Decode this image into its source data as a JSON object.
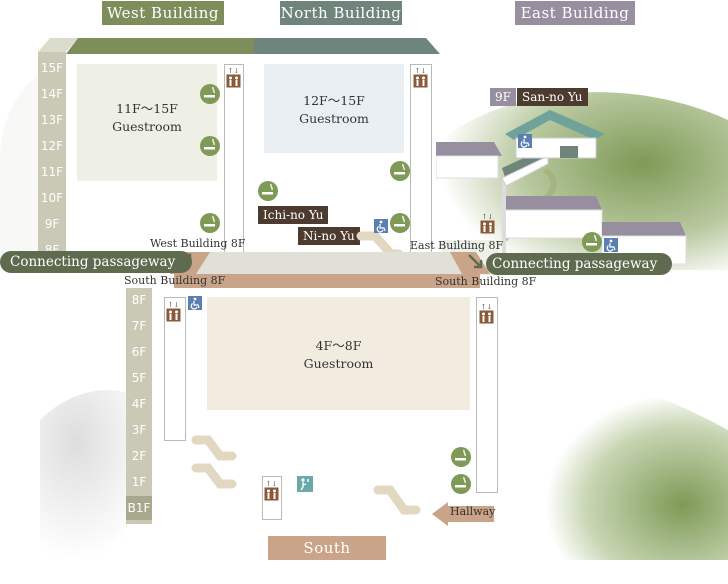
{
  "buildings": {
    "west": "West Building",
    "north": "North Building",
    "east": "East Building",
    "south": "South Building"
  },
  "rooms": {
    "west_floors": "11F～15F",
    "west_type": "Guestroom",
    "north_floors": "12F～15F",
    "north_type": "Guestroom",
    "south_floors": "4F～8F",
    "south_type": "Guestroom"
  },
  "floors_upper": [
    "15F",
    "14F",
    "13F",
    "12F",
    "11F",
    "10F",
    "9F",
    "8F"
  ],
  "floors_lower": [
    "8F",
    "7F",
    "6F",
    "5F",
    "4F",
    "3F",
    "2F",
    "1F",
    "B1F"
  ],
  "baths": {
    "ichi": "Ichi-no Yu",
    "ni": "Ni-no Yu",
    "sanno_floor": "9F",
    "sanno": "San-no Yu"
  },
  "links": {
    "west_8f": "West Building 8F",
    "east_8f": "East Building 8F",
    "south_8f_left": "South Building 8F",
    "south_8f_right": "South Building 8F",
    "conn_left": "Connecting passageway",
    "conn_right": "Connecting passageway",
    "hallway": "Hallway"
  },
  "colors": {
    "west": "#7d8e5a",
    "north": "#6f857c",
    "east": "#978f9f",
    "south": "#c9a488",
    "connect": "#5f6b4f",
    "hill": "#7e9a56",
    "guestroom_west": "#eef0e6",
    "guestroom_north": "#e9eff3",
    "guestroom_south": "#f2ece0",
    "floor_col": "#c9c9b6"
  },
  "icons": {
    "smoking": "smoking-area-icon",
    "elevator": "elevator-icon",
    "wheelchair": "accessible-toilet-icon",
    "shower": "shower-icon"
  }
}
